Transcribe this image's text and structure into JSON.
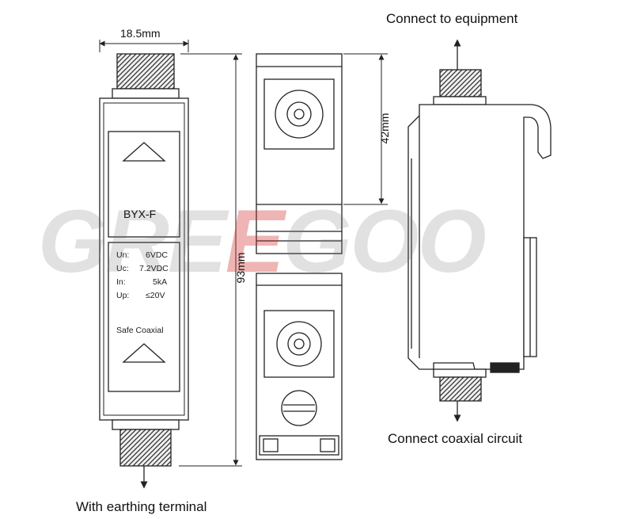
{
  "labels": {
    "connect_equipment": "Connect to equipment",
    "connect_coaxial": "Connect coaxial circuit",
    "earthing_terminal": "With earthing terminal"
  },
  "dimensions": {
    "width": "18.5mm",
    "height_total": "93mm",
    "height_upper": "42mm"
  },
  "device": {
    "model": "BYX-F",
    "specs": [
      {
        "key": "Un:",
        "value": "6VDC"
      },
      {
        "key": "Uc:",
        "value": "7.2VDC"
      },
      {
        "key": "In:",
        "value": "5kA"
      },
      {
        "key": "Up:",
        "value": "≤20V"
      }
    ],
    "caption": "Safe Coaxial"
  },
  "watermark": {
    "before": "GRE",
    "accent": "E",
    "after": "GOO"
  },
  "colors": {
    "line": "#222222",
    "body_fill": "#ffffff",
    "watermark_grey": "#bcbcbc",
    "watermark_red": "#d22828"
  }
}
